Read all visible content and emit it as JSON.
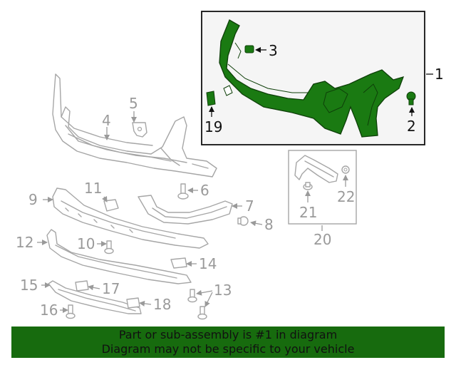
{
  "highlight_color": "#1a7a12",
  "banner_color": "#176b0e",
  "callouts": {
    "c1": "1",
    "c2": "2",
    "c3": "3",
    "c4": "4",
    "c5": "5",
    "c6": "6",
    "c7": "7",
    "c8": "8",
    "c9": "9",
    "c10": "10",
    "c11": "11",
    "c12": "12",
    "c13": "13",
    "c14": "14",
    "c15": "15",
    "c16": "16",
    "c17": "17",
    "c18": "18",
    "c19": "19",
    "c20": "20",
    "c21": "21",
    "c22": "22"
  },
  "banner": {
    "line1": "Part or sub-assembly is #1 in diagram",
    "line2": "Diagram may not be specific to your vehicle"
  }
}
